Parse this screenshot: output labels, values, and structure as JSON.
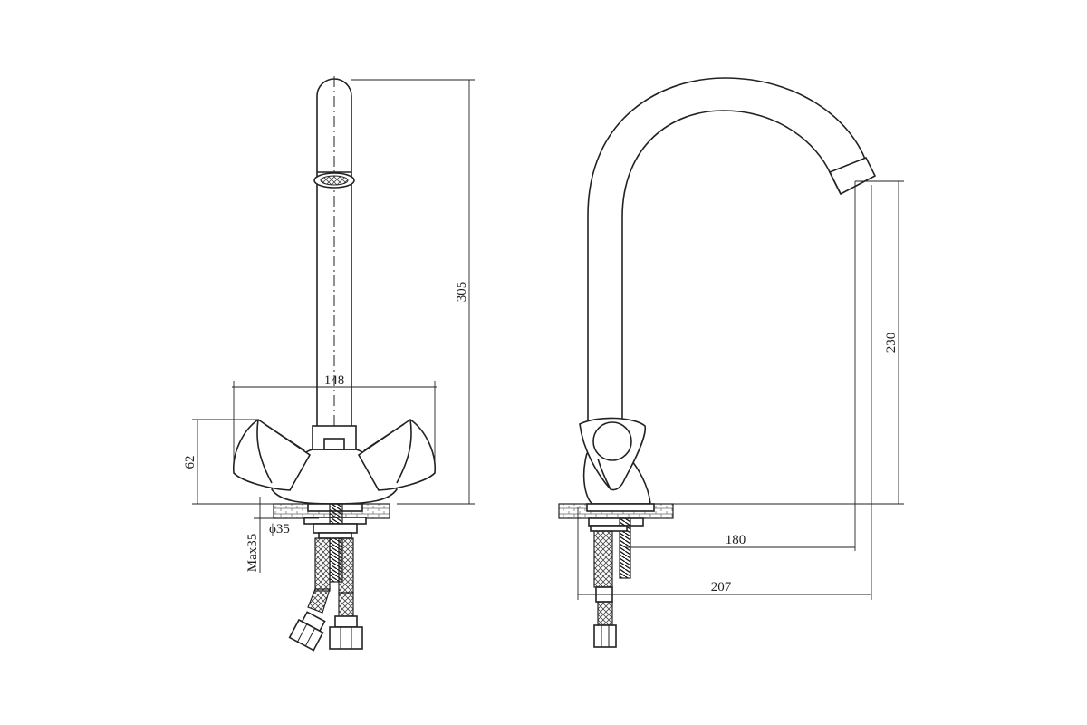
{
  "diagram": {
    "front_view": {
      "dimensions": {
        "total_height": "305",
        "handle_span": "148",
        "handle_height": "62",
        "base_diameter": "ϕ35",
        "max_counter_thickness": "Max35"
      }
    },
    "side_view": {
      "dimensions": {
        "spout_clearance": "230",
        "spout_reach_mount": "180",
        "spout_reach_total": "207"
      }
    }
  }
}
